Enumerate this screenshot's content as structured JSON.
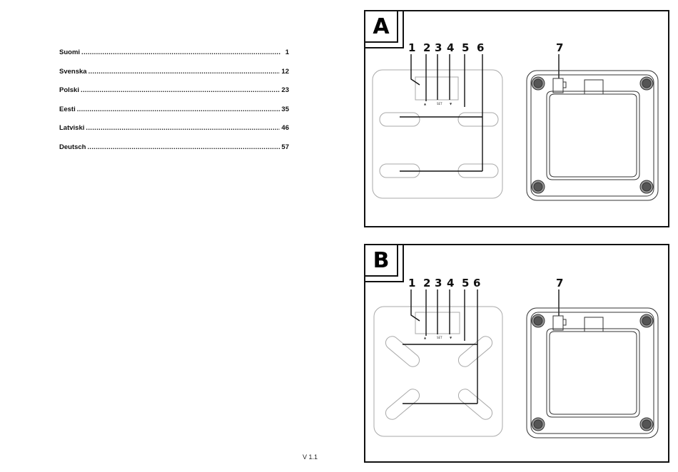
{
  "toc": [
    {
      "language": "Suomi",
      "page": "1"
    },
    {
      "language": "Svenska",
      "page": "12"
    },
    {
      "language": "Polski",
      "page": "23"
    },
    {
      "language": "Eesti",
      "page": "35"
    },
    {
      "language": "Latviski",
      "page": "46"
    },
    {
      "language": "Deutsch",
      "page": "57"
    }
  ],
  "version": "V 1.1",
  "figures": {
    "a": {
      "label": "A",
      "callouts": [
        "1",
        "2",
        "3",
        "4",
        "5",
        "6",
        "7"
      ],
      "set_label": "SET"
    },
    "b": {
      "label": "B",
      "callouts": [
        "1",
        "2",
        "3",
        "4",
        "5",
        "6",
        "7"
      ],
      "set_label": "SET"
    }
  }
}
